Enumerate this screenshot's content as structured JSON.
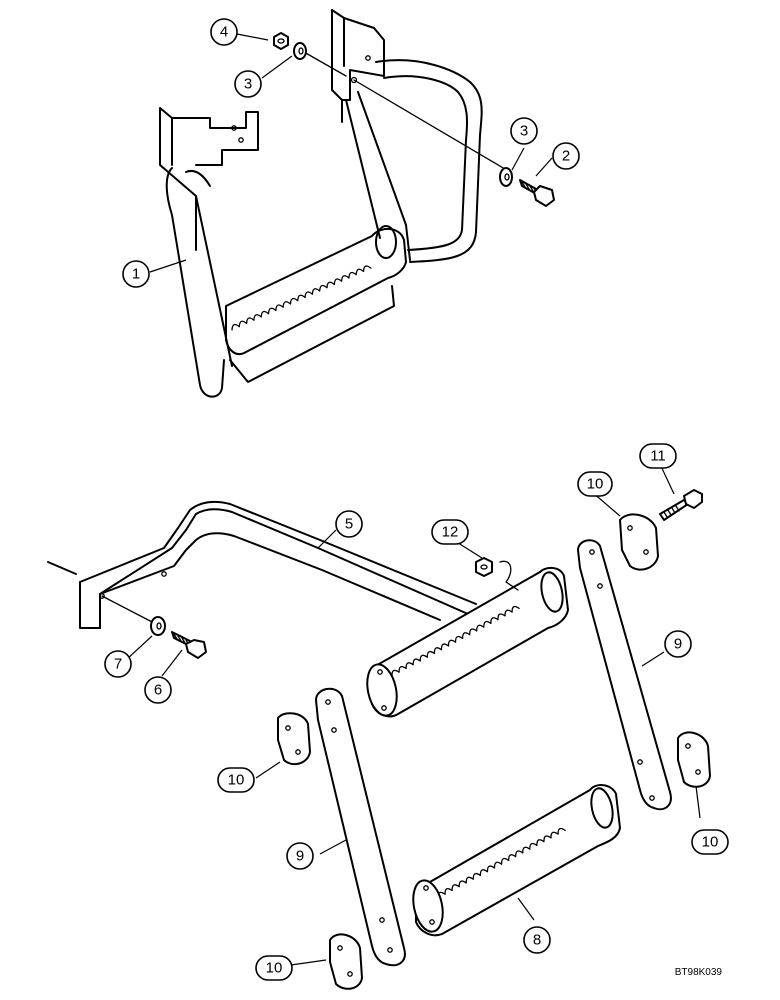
{
  "figure_code": "BT98K039",
  "callouts": [
    {
      "id": "c1",
      "label": "1"
    },
    {
      "id": "c2",
      "label": "2"
    },
    {
      "id": "c3a",
      "label": "3"
    },
    {
      "id": "c3b",
      "label": "3"
    },
    {
      "id": "c4",
      "label": "4"
    },
    {
      "id": "c5",
      "label": "5"
    },
    {
      "id": "c6",
      "label": "6"
    },
    {
      "id": "c7",
      "label": "7"
    },
    {
      "id": "c8",
      "label": "8"
    },
    {
      "id": "c9a",
      "label": "9"
    },
    {
      "id": "c9b",
      "label": "9"
    },
    {
      "id": "c10a",
      "label": "10"
    },
    {
      "id": "c10b",
      "label": "10"
    },
    {
      "id": "c10c",
      "label": "10"
    },
    {
      "id": "c10d",
      "label": "10"
    },
    {
      "id": "c11",
      "label": "11"
    },
    {
      "id": "c12",
      "label": "12"
    }
  ]
}
